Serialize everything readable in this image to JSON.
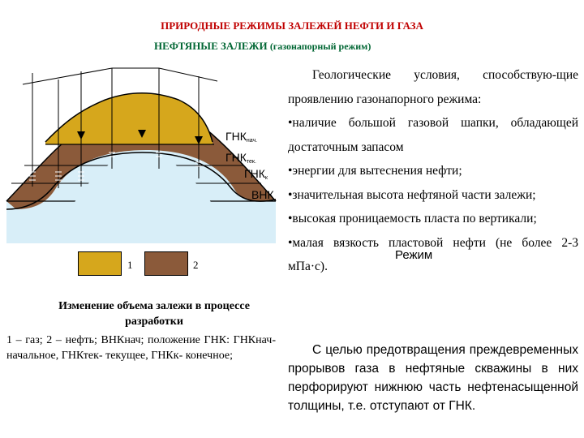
{
  "title": "ПРИРОДНЫЕ РЕЖИМЫ ЗАЛЕЖЕЙ НЕФТИ И ГАЗА",
  "subtitle": "НЕФТЯНЫЕ ЗАЛЕЖИ",
  "subtitle_mode": "(газонапорный режим)",
  "diagram": {
    "labels": {
      "gnk_nach": "ГНК",
      "gnk_nach_sub": "нач.",
      "gnk_tek": "ГНК",
      "gnk_tek_sub": "тек.",
      "gnk_k": "ГНК",
      "gnk_k_sub": "к",
      "vnk": "ВНК"
    },
    "colors": {
      "gas": "#d6a71c",
      "oil": "#8b5a3a",
      "water": "#d8eef8"
    }
  },
  "legend": {
    "item1": "1",
    "item2": "2"
  },
  "caption": {
    "title": "Изменение объема залежи в процессе разработки",
    "text": "1 – газ; 2 – нефть; ВНКнач; положение ГНК: ГНКнач- начальное, ГНКтек- текущее, ГНКк- конечное;"
  },
  "conditions": {
    "intro": "Геологические условия, способствую-щие проявлению газонапорного режима:",
    "items": [
      "•наличие большой газовой шапки, обладающей достаточным запасом",
      "•энергии для вытеснения нефти;",
      "•значительная высота нефтяной части залежи;",
      "•высокая проницаемость пласта по вертикали;",
      "•малая вязкость пластовой нефти (не более 2-3 мПа·с)."
    ]
  },
  "overlay_word": "Режим",
  "conclusion": "С целью предотвращения преждевременных прорывов газа в нефтяные скважины в них перфорируют нижнюю часть нефтенасыщенной толщины, т.е. отступают от ГНК."
}
